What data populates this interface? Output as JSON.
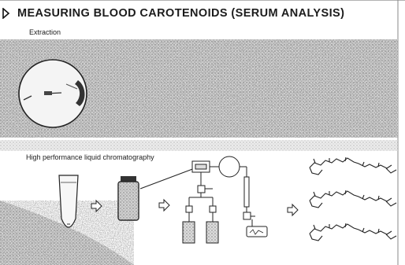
{
  "title": "MEASURING BLOOD CAROTENOIDS (SERUM ANALYSIS)",
  "sections": {
    "extraction": "Extraction",
    "hplc": "High performance liquid chromatography"
  },
  "icons": [
    "arrow-right-icon",
    "test-tube-icon",
    "sample-vial-icon",
    "hplc-apparatus-icon",
    "carotenoid-molecule-icon"
  ],
  "colors": {
    "background": "#ffffff",
    "texture": "#b8b8b8",
    "ink": "#1c1c1c"
  }
}
